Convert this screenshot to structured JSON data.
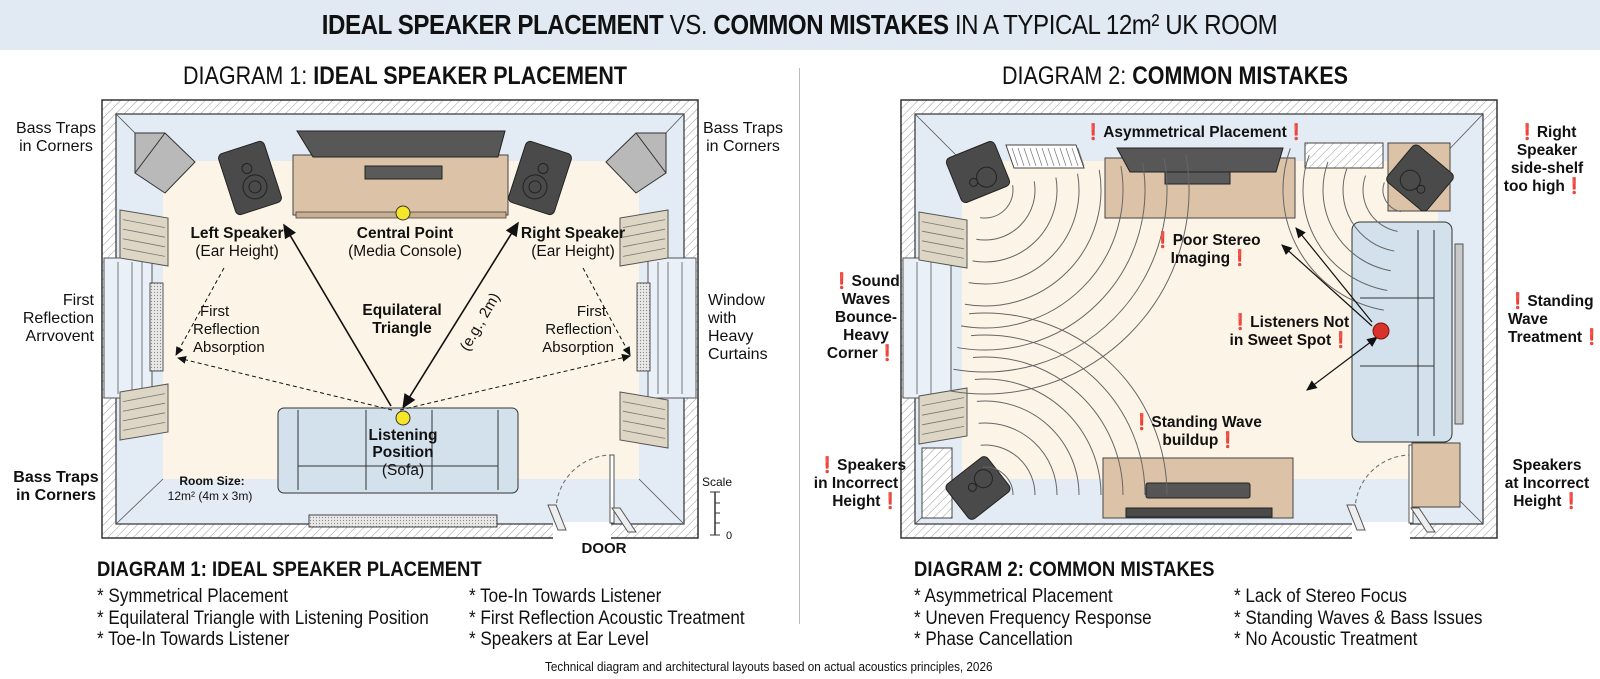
{
  "banner": {
    "title_bold_1": "IDEAL SPEAKER PLACEMENT",
    "title_normal_1": " VS. ",
    "title_bold_2": "COMMON MISTAKES",
    "title_normal_2": " IN A TYPICAL 12m² UK ROOM"
  },
  "diagram1": {
    "prefix": "DIAGRAM 1: ",
    "title": "IDEAL SPEAKER PLACEMENT",
    "outside_labels": {
      "top_left": [
        "Bass Traps",
        "in Corners"
      ],
      "top_right": [
        "Bass Traps",
        "in Corners"
      ],
      "mid_left": [
        "First",
        "Reflection",
        "Arrvovent"
      ],
      "mid_right": [
        "Window",
        "with",
        "Heavy",
        "Curtains"
      ],
      "bottom_left": [
        "Bass Traps",
        "in Corners"
      ],
      "door": "DOOR"
    },
    "inside_labels": {
      "left_speaker": "Left Speaker",
      "left_speaker_sub": "(Ear Height)",
      "right_speaker": "Right Speaker",
      "right_speaker_sub": "(Ear Height)",
      "central_point": "Central Point",
      "central_point_sub": "(Media Console)",
      "triangle": [
        "Equilateral",
        "Triangle"
      ],
      "distance": "(e.g., 2m)",
      "first_reflection_left": [
        "First",
        "Reflection",
        "Absorption"
      ],
      "first_reflection_right": [
        "First",
        "Reflection",
        "Absorption"
      ],
      "listening": [
        "Listening",
        "Position"
      ],
      "listening_sub": "(Sofa)",
      "room_size_label": "Room Size:",
      "room_size_value": "12m² (4m x 3m)",
      "scale_label": "Scale",
      "scale_zero": "0"
    },
    "summary_title": "DIAGRAM 1: IDEAL SPEAKER PLACEMENT",
    "summary_col1": [
      "* Symmetrical Placement",
      "* Equilateral Triangle with Listening Position",
      "* Toe-In Towards Listener"
    ],
    "summary_col2": [
      "* Toe-In Towards Listener",
      "* First Reflection Acoustic Treatment",
      "* Speakers at Ear Level"
    ]
  },
  "diagram2": {
    "prefix": "DIAGRAM 2: ",
    "title": "COMMON MISTAKES",
    "alert_glyph": "❗",
    "outside_labels": {
      "top_right": [
        "Right",
        "Speaker",
        "side-shelf",
        "too high"
      ],
      "mid_left": [
        "Sound",
        "Waves",
        "Bounce-",
        "Heavy",
        "Corner"
      ],
      "mid_right": [
        "Standing",
        "Wave",
        "Treatment"
      ],
      "bottom_left": [
        "Speakers",
        "in Incorrect",
        "Height"
      ],
      "bottom_right": [
        "Speakers",
        "at Incorrect",
        "Height"
      ]
    },
    "inside_labels": {
      "asymmetrical": "Asymmetrical Placement",
      "poor_stereo": [
        "Poor Stereo",
        "Imaging"
      ],
      "sweet_spot": [
        "Listeners Not",
        "in Sweet Spot"
      ],
      "standing_wave": [
        "Standing Wave",
        "buildup"
      ]
    },
    "summary_title": "DIAGRAM 2: COMMON MISTAKES",
    "summary_col1": [
      "* Asymmetrical Placement",
      "* Uneven Frequency Response",
      "* Phase Cancellation"
    ],
    "summary_col2": [
      "* Lack of Stereo Focus",
      "* Standing Waves & Bass Issues",
      "* No Acoustic Treatment"
    ]
  },
  "footer": "Technical diagram and architectural layouts based on actual acoustics principles, 2026",
  "colors": {
    "banner_bg": "#e1eaf3",
    "floor": "#fcf4e6",
    "wall_strip": "#e3ebf5",
    "console": "#dcc3a8",
    "speaker": "#4a4a4a",
    "sofa": "#d3e1ec",
    "bass_trap": "#b9b9b9",
    "panel": "#ddd6c4",
    "marker_ideal": "#f6e62a",
    "marker_mistake": "#d8322c",
    "alert": "#d11f1f"
  }
}
